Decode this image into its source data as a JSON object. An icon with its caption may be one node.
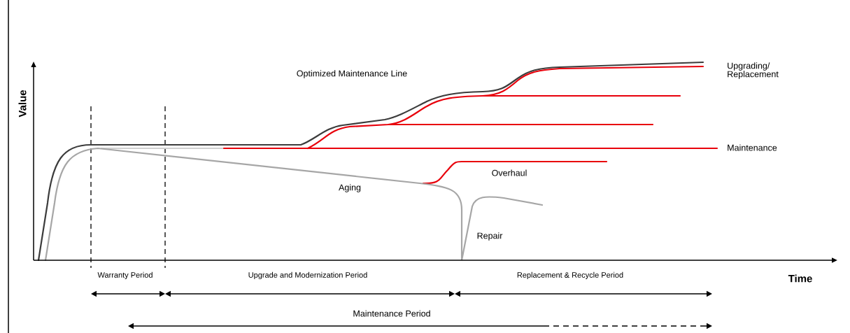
{
  "diagram": {
    "labels": [
      "Upgrading/ Replacement",
      "Optimized Maintenance Line",
      "Value",
      "Maintenance",
      "Overhaul",
      "Aging",
      "Repair",
      "Warranty Period",
      "Upgrade and Modernization Period",
      "Replacement & Recycle Period",
      "Time",
      "Maintenance Period"
    ]
  }
}
